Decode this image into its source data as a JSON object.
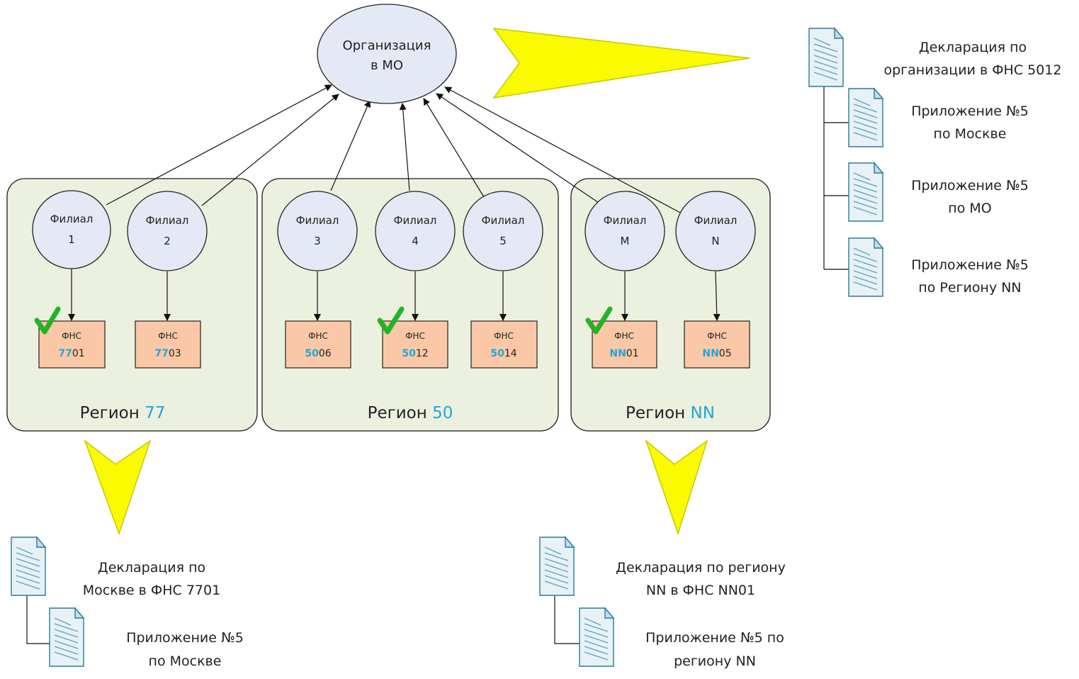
{
  "organization": {
    "line1": "Организация",
    "line2": "в МО"
  },
  "branches": [
    {
      "label": "Филиал",
      "id": "1"
    },
    {
      "label": "Филиал",
      "id": "2"
    },
    {
      "label": "Филиал",
      "id": "3"
    },
    {
      "label": "Филиал",
      "id": "4"
    },
    {
      "label": "Филиал",
      "id": "5"
    },
    {
      "label": "Филиал",
      "id": "M"
    },
    {
      "label": "Филиал",
      "id": "N"
    }
  ],
  "tax_offices": [
    {
      "label": "ФНС",
      "prefix": "77",
      "suffix": "01",
      "checked": true
    },
    {
      "label": "ФНС",
      "prefix": "77",
      "suffix": "03",
      "checked": false
    },
    {
      "label": "ФНС",
      "prefix": "50",
      "suffix": "06",
      "checked": false
    },
    {
      "label": "ФНС",
      "prefix": "50",
      "suffix": "12",
      "checked": true
    },
    {
      "label": "ФНС",
      "prefix": "50",
      "suffix": "14",
      "checked": false
    },
    {
      "label": "ФНС",
      "prefix": "NN",
      "suffix": "01",
      "checked": true
    },
    {
      "label": "ФНС",
      "prefix": "NN",
      "suffix": "05",
      "checked": false
    }
  ],
  "regions": [
    {
      "word": "Регион",
      "code": "77"
    },
    {
      "word": "Регион",
      "code": "50"
    },
    {
      "word": "Регион",
      "code": "NN"
    }
  ],
  "docs": {
    "org": {
      "declaration": [
        "Декларация по",
        "организации в ФНС 5012"
      ],
      "appendices": [
        [
          "Приложение №5",
          "по Москве"
        ],
        [
          "Приложение №5",
          "по МО"
        ],
        [
          "Приложение №5",
          "по Региону NN"
        ]
      ]
    },
    "moscow": {
      "declaration": [
        "Декларация по",
        "Москве в ФНС 7701"
      ],
      "appendix": [
        "Приложение №5",
        "по Москве"
      ]
    },
    "region_nn": {
      "declaration": [
        "Декларация по региону",
        "NN в ФНС NN01"
      ],
      "appendix": [
        "Приложение №5 по",
        "региону NN"
      ]
    }
  },
  "colors": {
    "region_fill": "#ebf1de",
    "node_fill": "#e4e9f5",
    "fns_fill": "#fac8a6",
    "highlight_text": "#1ea6e0",
    "arrow_fill": "#fafa00",
    "check": "#24b326",
    "doc_stroke": "#2a7c97"
  }
}
